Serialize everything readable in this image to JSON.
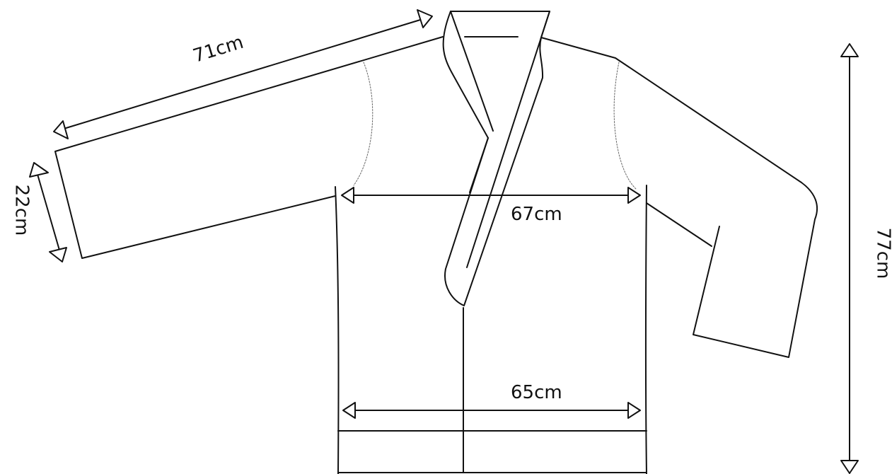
{
  "measurements": {
    "sleeve_length": "71cm",
    "sleeve_opening": "22cm",
    "chest_width": "67cm",
    "hem_width": "65cm",
    "body_length": "77cm"
  },
  "colors": {
    "line": "#111111",
    "background": "#ffffff",
    "seam": "#666666"
  }
}
